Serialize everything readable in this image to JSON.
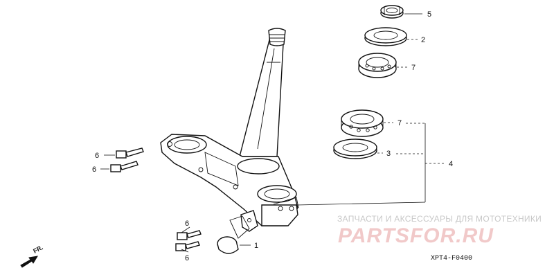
{
  "diagram": {
    "callouts": {
      "p5": "5",
      "p2": "2",
      "p7a": "7",
      "p7b": "7",
      "p3": "3",
      "p4": "4",
      "p6a": "6",
      "p6b": "6",
      "p6c": "6",
      "p6d": "6",
      "p1": "1"
    },
    "direction_label": "FR.",
    "diagram_code": "XPT4-F0400"
  },
  "watermark": {
    "top_text": "ЗАПЧАСТИ И АКСЕССУАРЫ ДЛЯ МОТОТЕХНИКИ",
    "brand_text": "PARTSFOR.RU"
  },
  "colors": {
    "line": "#111111",
    "watermark_gray": "#c8c8c8",
    "watermark_red": "#f1c9c9"
  }
}
